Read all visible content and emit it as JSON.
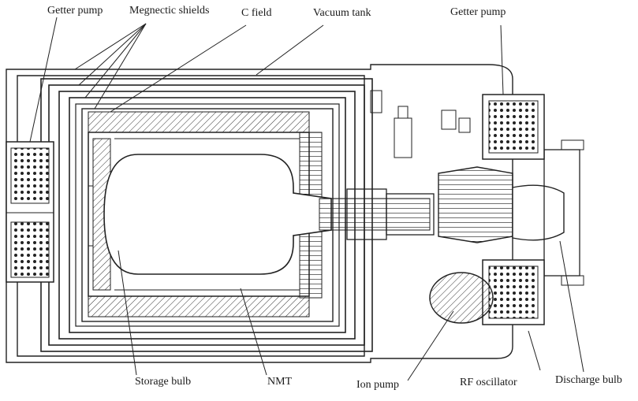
{
  "diagram": {
    "labels": {
      "getter_pump_left": "Getter pump",
      "magnetic_shields": "Megnectic shields",
      "c_field": "C  field",
      "vacuum_tank": "Vacuum tank",
      "getter_pump_right": "Getter pump",
      "storage_bulb": "Storage bulb",
      "nmt": "NMT",
      "ion_pump": "Ion pump",
      "rf_oscillator": "RF oscillator",
      "discharge_bulb": "Discharge bulb"
    }
  }
}
